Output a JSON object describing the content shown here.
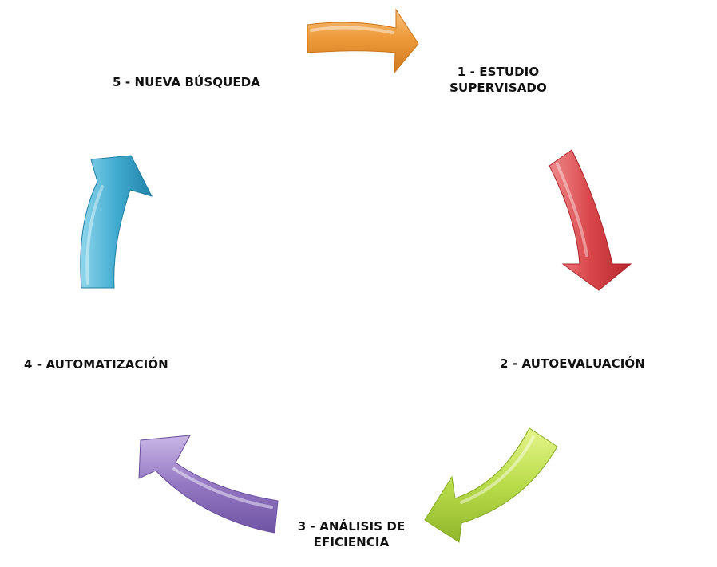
{
  "steps": [
    {
      "label_lines": [
        "1 - ESTUDIO",
        "SUPERVISADO"
      ],
      "arrow_color": "#ee9a3a"
    },
    {
      "label_lines": [
        "2 - AUTOEVALUACIÓN"
      ],
      "arrow_color": "#d9474b"
    },
    {
      "label_lines": [
        "3 - ANÁLISIS DE",
        "EFICIENCIA"
      ],
      "arrow_color": "#a9cf3c"
    },
    {
      "label_lines": [
        "4 - AUTOMATIZACIÓN"
      ],
      "arrow_color": "#9478c3"
    },
    {
      "label_lines": [
        "5 - NUEVA BÚSQUEDA"
      ],
      "arrow_color": "#2f9fc4"
    }
  ]
}
